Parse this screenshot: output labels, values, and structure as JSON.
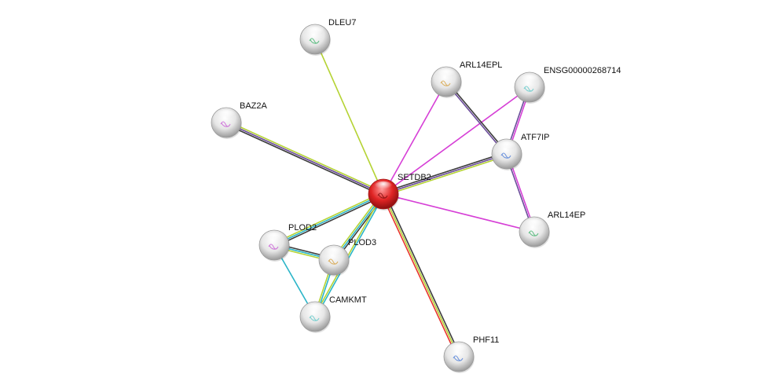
{
  "network": {
    "nodes": [
      {
        "id": "SETDB2",
        "label": "SETDB2",
        "query": true
      },
      {
        "id": "DLEU7",
        "label": "DLEU7",
        "query": false
      },
      {
        "id": "BAZ2A",
        "label": "BAZ2A",
        "query": false
      },
      {
        "id": "ARL14EPL",
        "label": "ARL14EPL",
        "query": false
      },
      {
        "id": "ENSG00000268714",
        "label": "ENSG00000268714",
        "query": false
      },
      {
        "id": "ATF7IP",
        "label": "ATF7IP",
        "query": false
      },
      {
        "id": "ARL14EP",
        "label": "ARL14EP",
        "query": false
      },
      {
        "id": "PLOD2",
        "label": "PLOD2",
        "query": false
      },
      {
        "id": "PLOD3",
        "label": "PLOD3",
        "query": false
      },
      {
        "id": "CAMKMT",
        "label": "CAMKMT",
        "query": false
      },
      {
        "id": "PHF11",
        "label": "PHF11",
        "query": false
      }
    ],
    "edges": [
      {
        "source": "SETDB2",
        "target": "DLEU7",
        "colors": [
          "#b5d334"
        ]
      },
      {
        "source": "SETDB2",
        "target": "BAZ2A",
        "colors": [
          "#3d3d3d",
          "#6b4c9a",
          "#b5d334"
        ]
      },
      {
        "source": "SETDB2",
        "target": "ARL14EPL",
        "colors": [
          "#d63fd6"
        ]
      },
      {
        "source": "SETDB2",
        "target": "ENSG00000268714",
        "colors": [
          "#d63fd6"
        ]
      },
      {
        "source": "SETDB2",
        "target": "ATF7IP",
        "colors": [
          "#3d3d3d",
          "#6b4c9a",
          "#b5d334"
        ]
      },
      {
        "source": "SETDB2",
        "target": "ARL14EP",
        "colors": [
          "#d63fd6"
        ]
      },
      {
        "source": "SETDB2",
        "target": "PLOD2",
        "colors": [
          "#3d3d3d",
          "#2bb5c8",
          "#b5d334"
        ]
      },
      {
        "source": "SETDB2",
        "target": "PLOD3",
        "colors": [
          "#3d3d3d",
          "#2bb5c8",
          "#b5d334"
        ]
      },
      {
        "source": "SETDB2",
        "target": "CAMKMT",
        "colors": [
          "#2bb5c8",
          "#b5d334"
        ]
      },
      {
        "source": "SETDB2",
        "target": "PHF11",
        "colors": [
          "#3d3d3d",
          "#b5d334",
          "#e8342c"
        ]
      },
      {
        "source": "ARL14EPL",
        "target": "ATF7IP",
        "colors": [
          "#3d3d3d",
          "#6b4c9a"
        ]
      },
      {
        "source": "ENSG00000268714",
        "target": "ATF7IP",
        "colors": [
          "#d63fd6",
          "#6b4c9a"
        ]
      },
      {
        "source": "ATF7IP",
        "target": "ARL14EP",
        "colors": [
          "#d63fd6",
          "#6b4c9a"
        ]
      },
      {
        "source": "PLOD2",
        "target": "PLOD3",
        "colors": [
          "#3d3d3d",
          "#2bb5c8",
          "#b5d334"
        ]
      },
      {
        "source": "PLOD2",
        "target": "CAMKMT",
        "colors": [
          "#2bb5c8"
        ]
      },
      {
        "source": "PLOD3",
        "target": "CAMKMT",
        "colors": [
          "#2bb5c8",
          "#b5d334"
        ]
      }
    ],
    "colors": {
      "query_node": "#e02424",
      "node": "#d9d9d9",
      "label": "#111111"
    }
  }
}
